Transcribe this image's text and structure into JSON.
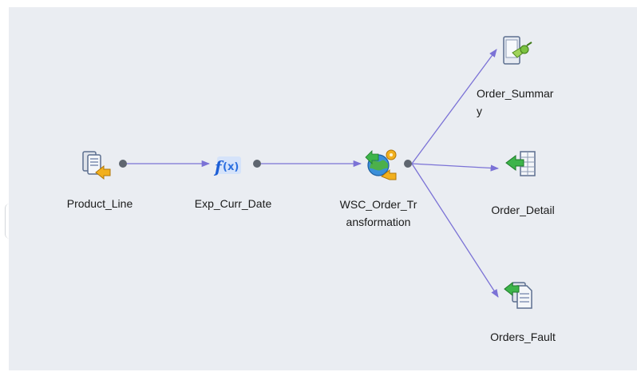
{
  "diagram": {
    "nodes": [
      {
        "id": "product_line",
        "label": "Product_Line",
        "icon": "source-definition-icon"
      },
      {
        "id": "exp_curr_date",
        "label": "Exp_Curr_Date",
        "icon": "expression-transformation-icon"
      },
      {
        "id": "wsc_order",
        "label": "WSC_Order_Tr\nansformation",
        "icon": "web-service-consumer-transformation-icon"
      },
      {
        "id": "order_summary",
        "label": "Order_Summar\ny",
        "icon": "target-connector-icon"
      },
      {
        "id": "order_detail",
        "label": "Order_Detail",
        "icon": "target-table-icon"
      },
      {
        "id": "orders_fault",
        "label": "Orders_Fault",
        "icon": "target-file-icon"
      }
    ],
    "edges": [
      {
        "from": "product_line",
        "to": "exp_curr_date"
      },
      {
        "from": "exp_curr_date",
        "to": "wsc_order"
      },
      {
        "from": "wsc_order",
        "to": "order_summary"
      },
      {
        "from": "wsc_order",
        "to": "order_detail"
      },
      {
        "from": "wsc_order",
        "to": "orders_fault"
      }
    ],
    "colors": {
      "canvas": "#eaedf2",
      "edge": "#7b72d6",
      "port": "#5f6670",
      "label": "#1a1a1a"
    }
  }
}
